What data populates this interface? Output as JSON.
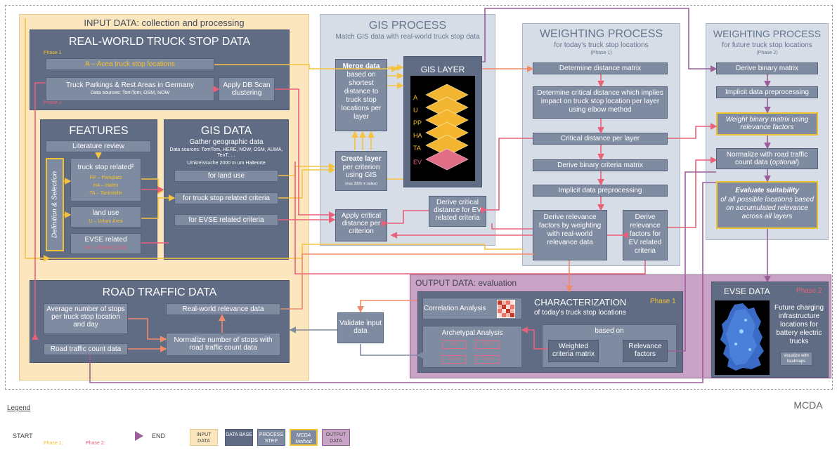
{
  "colors": {
    "dark_panel": "#5f6c84",
    "mid_box": "#7f8ba0",
    "input_bg": "#fbe6bd",
    "output_bg": "#c9a3c6",
    "phase1": "#f3c02e",
    "phase2": "#e8607a",
    "line_purple": "#9c5e9a"
  },
  "input": {
    "title": "INPUT DATA: collection and processing",
    "rw": {
      "title": "REAL-WORLD TRUCK STOP DATA",
      "phase1": "Phase 1",
      "phase2": "Phase 2",
      "acea": "A – Acea truck stop locations",
      "parkings_title": "Truck Parkings & Rest Areas in Germany",
      "parkings_sources": "Data sources: TomTom, OSM, NOW",
      "dbscan": "Apply DB Scan clustering"
    },
    "features": {
      "title": "FEATURES",
      "lit": "Literature review",
      "def_sel": "Definition & Selection",
      "ts_related": "truck stop related²",
      "pp": "PP – Parkplatz",
      "ha": "HA – Hafen",
      "ta": "TA – Tankstelle",
      "land_use": "land use",
      "urban": "U – Urban Area",
      "evse": "EVSE related",
      "evse_sub": "EV – EVSE/CCS/S"
    },
    "gisdata": {
      "title": "GIS DATA",
      "subtitle": "Gather geographic data",
      "sources": "Data sources: TomTom, HERE, NOW, OSM, AUMA, TenT, …",
      "umkreis": "Umkreissuche 2000 m um Halteorte",
      "land": "for land use",
      "ts": "for truck stop related criteria",
      "evse": "for EVSE related criteria"
    },
    "road": {
      "title": "ROAD TRAFFIC DATA",
      "avg": "Average number of stops per truck stop location and day",
      "rw_rel": "Real-world relevance data",
      "count": "Road traffic count data",
      "normalize": "Normalize number of stops with road traffic count data"
    }
  },
  "gis": {
    "title": "GIS PROCESS",
    "subtitle": "Match GIS data with real-world truck stop data",
    "merge_bold": "Merge data",
    "merge_rest": "based on shortest distance to truck stop locations per layer",
    "layer_title": "GIS LAYER",
    "layers": [
      "A",
      "U",
      "PP",
      "HA",
      "TA",
      "EV"
    ],
    "create_bold": "Create layer",
    "create_rest": "per criterion using GIS",
    "create_small": "(max 2000 m radius)",
    "apply": "Apply critical distance per criterion",
    "derive_ev": "Derive critical distance for EV related criteria"
  },
  "w1": {
    "title": "WEIGHTING PROCESS",
    "subtitle": "for today's truck stop locations",
    "phase": "(Phase 1)",
    "dist": "Determine distance matrix",
    "crit": "Determine critical distance which implies impact on truck stop location per layer using elbow method",
    "critlayer": "Critical distance per layer",
    "binary": "Derive binary criteria matrix",
    "implicit": "Implicit data preprocessing",
    "relevance": "Derive relevance factors by weighting with real-world relevance data",
    "relevance_ev": "Derive relevance factors for EV related criteria"
  },
  "w2": {
    "title": "WEIGHTING PROCESS",
    "subtitle": "for future truck stop locations",
    "phase": "(Phase 2)",
    "binary": "Derive binary matrix",
    "implicit": "Implicit data preprocessing",
    "weight": "Weight binary matrix using relevance factors",
    "normalize": "Normalize with road traffic count data (optional)",
    "normalize_a": "Normalize with road traffic count data (",
    "normalize_opt": "optional",
    "normalize_b": ")",
    "evaluate_a": "Evaluate suitability",
    "evaluate_b": "of all possible locations based on accumulated relevance across all layers"
  },
  "output": {
    "title": "OUTPUT DATA: evaluation",
    "validate": "Validate input data",
    "char_title": "CHARACTERIZATION",
    "char_sub": "of today's truck stop locations",
    "phase1": "Phase 1",
    "corr": "Correlation Analysis",
    "arch": "Archetypal Analysis",
    "typ": [
      "TYP I",
      "TYP II",
      "TYP III",
      "TYP IV"
    ],
    "based": "based on",
    "weighted": "Weighted criteria matrix",
    "relf": "Relevance factors"
  },
  "evse": {
    "title": "EVSE DATA",
    "phase2": "Phase 2",
    "text": "Future charging infrastructure locations for battery electric trucks",
    "vis": "visualize with heatmaps"
  },
  "mcda": "MCDA",
  "legend": {
    "title": "Legend",
    "start": "START",
    "end": "END",
    "phase1": "Phase 1:",
    "phase2": "Phase 2:",
    "items": [
      "INPUT DATA",
      "DATA BASE",
      "PROCESS STEP",
      "MCDA Method",
      "OUTPUT DATA"
    ]
  }
}
